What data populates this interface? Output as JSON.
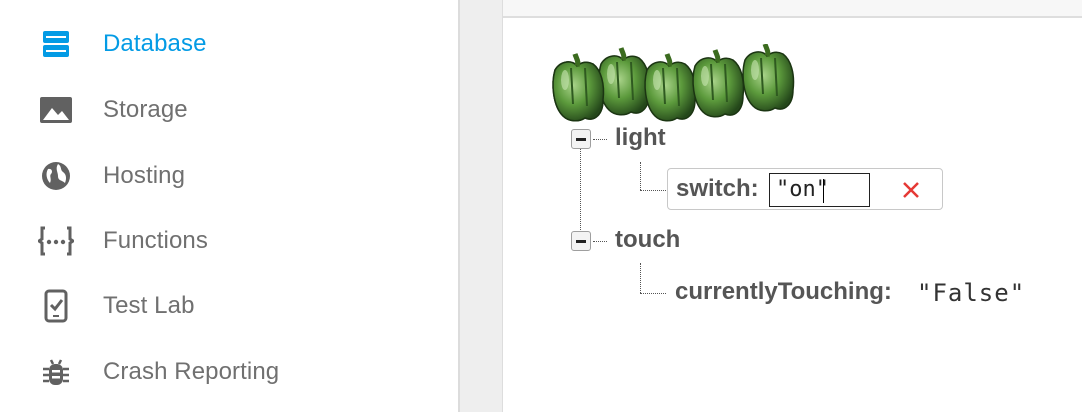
{
  "sidebar": {
    "items": [
      {
        "label": "Database",
        "icon": "database-icon",
        "active": true
      },
      {
        "label": "Storage",
        "icon": "image-icon",
        "active": false
      },
      {
        "label": "Hosting",
        "icon": "globe-icon",
        "active": false
      },
      {
        "label": "Functions",
        "icon": "functions-icon",
        "active": false
      },
      {
        "label": "Test Lab",
        "icon": "test-lab-icon",
        "active": false
      },
      {
        "label": "Crash Reporting",
        "icon": "bug-icon",
        "active": false
      }
    ]
  },
  "tree": {
    "light": {
      "key": "light",
      "children": {
        "switch": {
          "key": "switch:",
          "value": "\"on\""
        }
      }
    },
    "touch": {
      "key": "touch",
      "children": {
        "currentlyTouching": {
          "key": "currentlyTouching:",
          "value": "\"False\""
        }
      }
    }
  },
  "colors": {
    "active": "#039be5",
    "inactive_text": "#707070",
    "icon": "#616161",
    "delete": "#e53935"
  }
}
